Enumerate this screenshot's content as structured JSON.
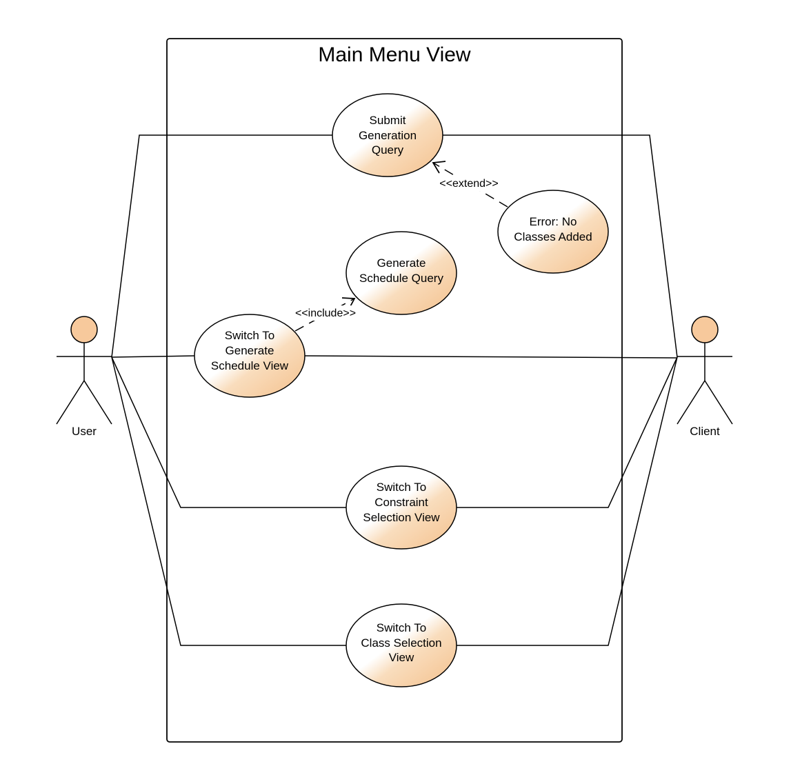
{
  "system": {
    "title": "Main Menu View"
  },
  "actors": {
    "user": {
      "label": "User"
    },
    "client": {
      "label": "Client"
    }
  },
  "use_cases": {
    "submit_generation_query": {
      "lines": [
        "Submit",
        "Generation",
        "Query"
      ]
    },
    "error_no_classes": {
      "lines": [
        "Error: No",
        "Classes Added"
      ]
    },
    "generate_schedule_query": {
      "lines": [
        "Generate",
        "Schedule Query"
      ]
    },
    "switch_generate_schedule": {
      "lines": [
        "Switch To",
        "Generate",
        "Schedule View"
      ]
    },
    "switch_constraint_selection": {
      "lines": [
        "Switch To",
        "Constraint",
        "Selection View"
      ]
    },
    "switch_class_selection": {
      "lines": [
        "Switch To",
        "Class Selection",
        "View"
      ]
    }
  },
  "relationships": {
    "extend_label": "<<extend>>",
    "include_label": "<<include>>"
  },
  "colors": {
    "use_case_fill_light": "#ffffff",
    "use_case_fill_dark": "#f5c28f",
    "actor_head_fill": "#f7c99c",
    "line": "#000000"
  }
}
